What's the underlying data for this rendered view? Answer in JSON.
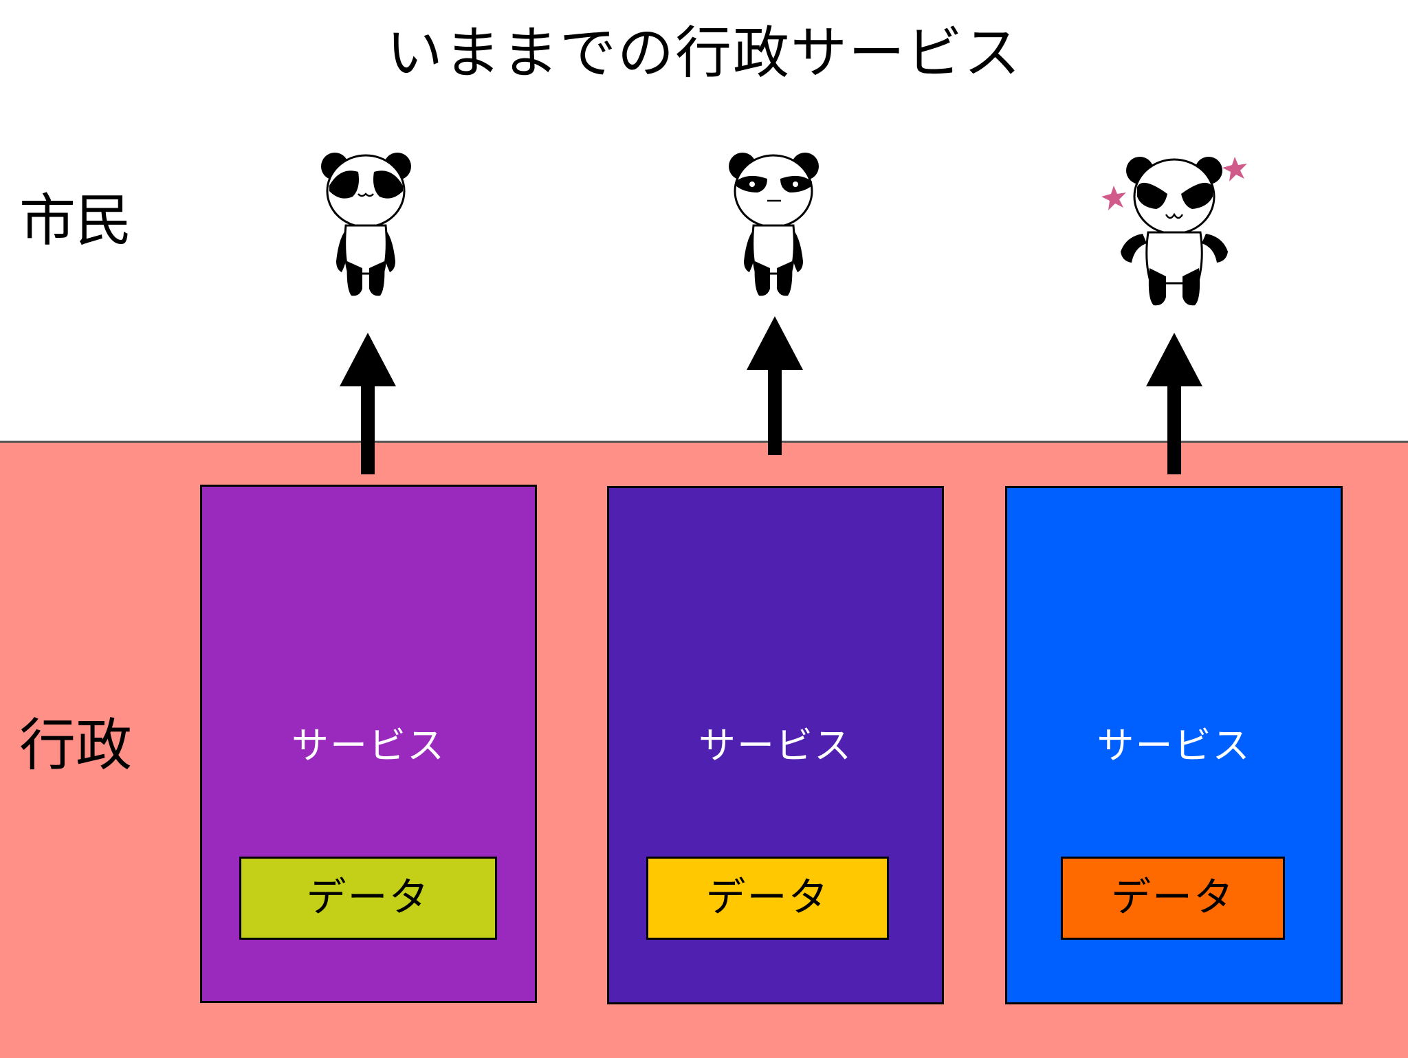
{
  "title": "いままでの行政サービス",
  "labels": {
    "citizen": "市民",
    "government": "行政"
  },
  "columns": [
    {
      "service_label": "サービス",
      "data_label": "データ",
      "service_color": "#9a2abd",
      "data_color": "#c3d017",
      "citizen_mood": "happy"
    },
    {
      "service_label": "サービス",
      "data_label": "データ",
      "service_color": "#5020b0",
      "data_color": "#ffc800",
      "citizen_mood": "neutral"
    },
    {
      "service_label": "サービス",
      "data_label": "データ",
      "service_color": "#0060ff",
      "data_color": "#ff6a00",
      "citizen_mood": "angry"
    }
  ],
  "colors": {
    "government_band": "#fe9087",
    "citizen_area": "#ffffff"
  },
  "icons": {
    "citizen": "panda-icon",
    "flow": "arrow-up-icon",
    "anger_mark": "anger-sparkle-icon"
  }
}
